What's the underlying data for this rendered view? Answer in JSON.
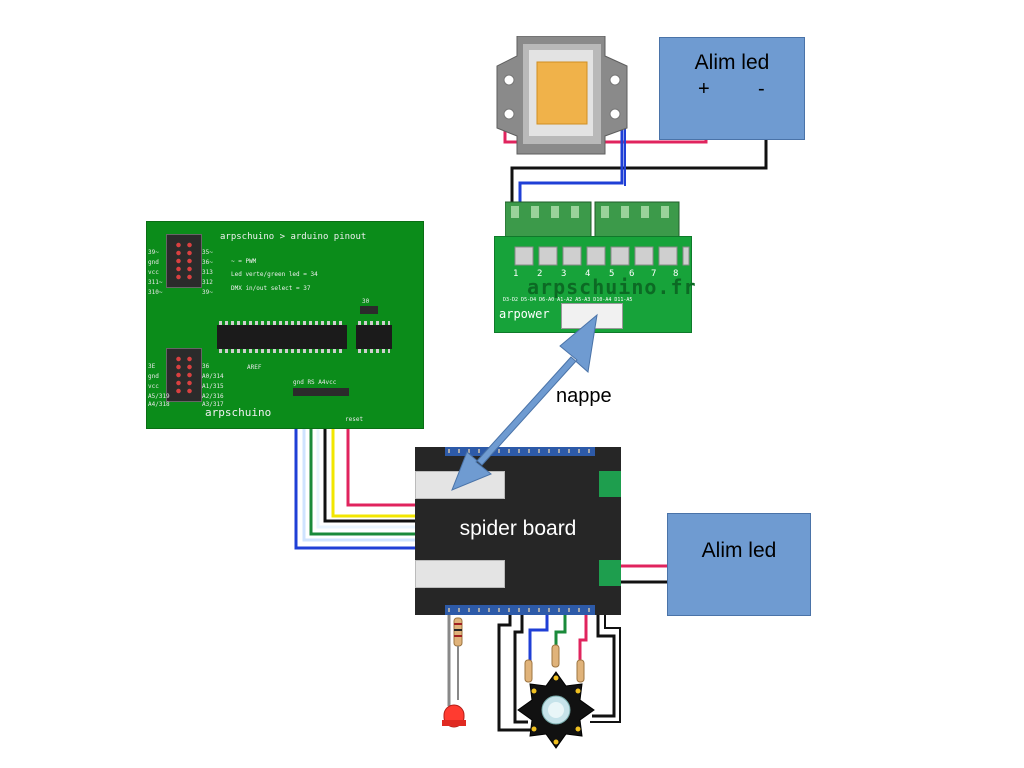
{
  "alim_top": {
    "title": "Alim led",
    "plus": "+",
    "minus": "-"
  },
  "alim_right": {
    "title": "Alim led"
  },
  "spider": {
    "label": "spider board"
  },
  "nappe": {
    "label": "nappe"
  },
  "pcb": {
    "title": "arpschuino > arduino pinout",
    "pwm_note": "~ = PWM",
    "led_note": "Led verte/green led = 34",
    "dmx_note": "DMX in/out select = 37",
    "brand": "arpschuino",
    "aref": "AREF",
    "j30": "30",
    "top_left_pins": [
      "39~",
      "gnd",
      "vcc",
      "311~",
      "310~"
    ],
    "top_right_pins": [
      "35~",
      "36~",
      "313",
      "312",
      "39~"
    ],
    "bottom_left_pins": [
      "3E",
      "gnd",
      "vcc",
      "A5/319",
      "A4/318"
    ],
    "bottom_right_pins": [
      "36",
      "A0/314",
      "A1/315",
      "A2/316",
      "A3/317"
    ],
    "bottom_row": "gnd   RS   A4vcc",
    "reset": "reset"
  },
  "power_board": {
    "brand": "arpschuino.fr",
    "brand_short": "arpower",
    "numbers": [
      "1",
      "2",
      "3",
      "4",
      "5",
      "6",
      "7",
      "8"
    ],
    "pins": "D3-D2  D5-D4  D6-A0  A1-A2  A5-A3  D10-A4  D11-A5"
  },
  "colors": {
    "arrow": "#6f9bd1",
    "alim": "#6f9bd1",
    "pcb": "#0b8c1a",
    "power_board": "#17a33a",
    "wire_red": "#e0245e",
    "wire_blue": "#1f3fd6",
    "wire_black": "#111111",
    "wire_green": "#1a8a3a",
    "wire_yellow": "#f2e600"
  }
}
